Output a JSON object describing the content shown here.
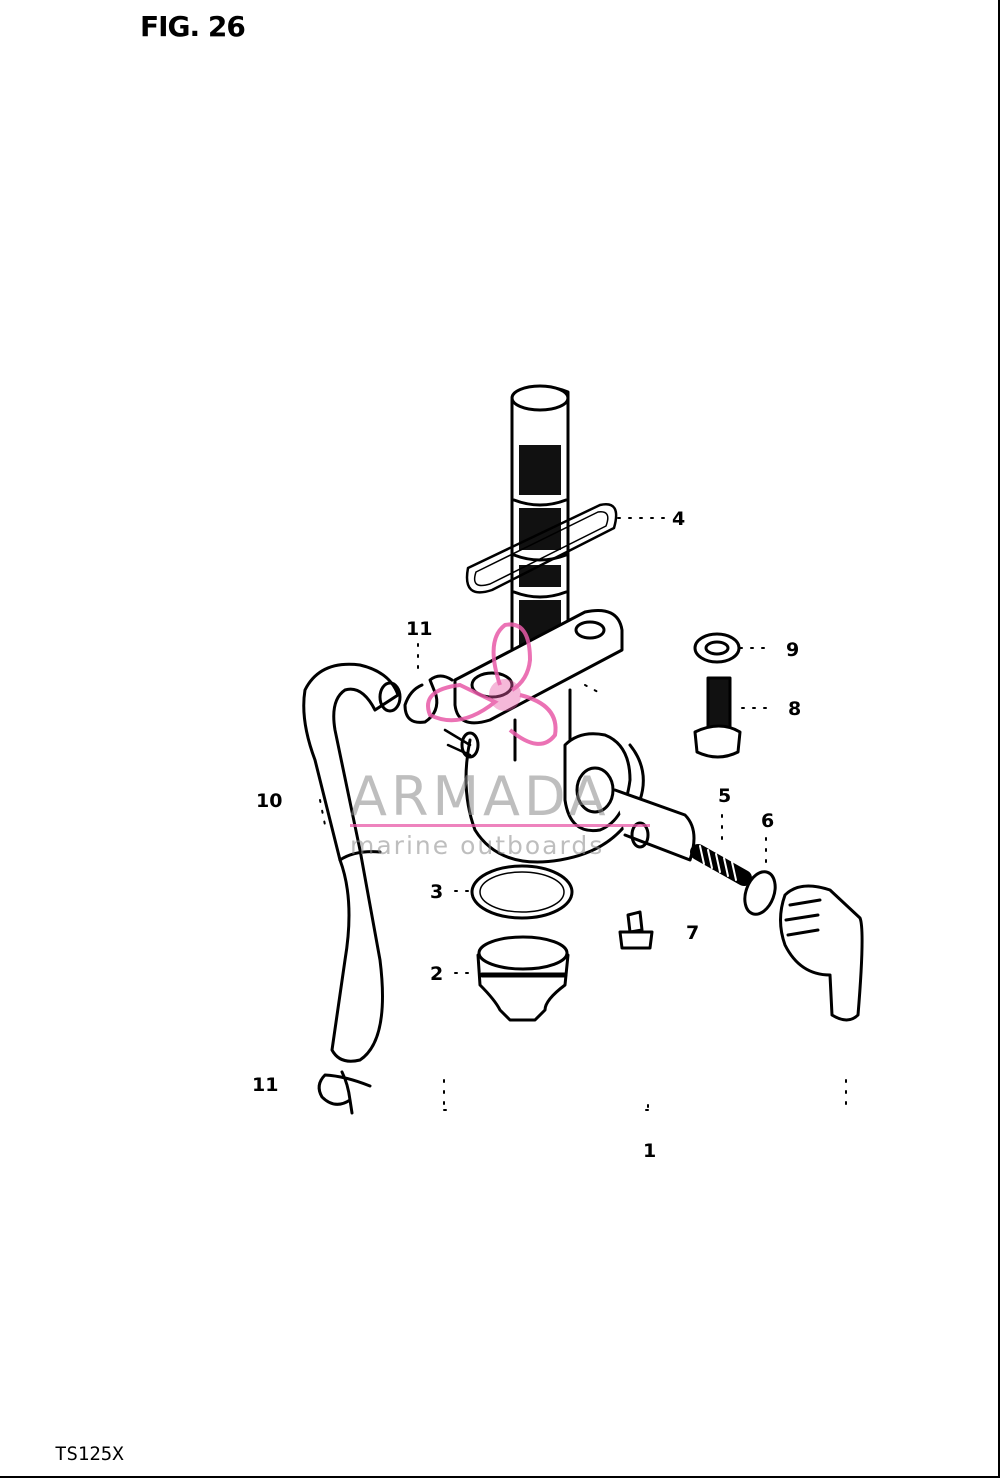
{
  "figure": {
    "title": "FIG. 26",
    "model": "TS125X"
  },
  "watermark": {
    "brand": "ARMADA",
    "tagline": "marine outboards",
    "accent_color": "#e85aa8"
  },
  "callouts": [
    {
      "id": "c4",
      "text": "4"
    },
    {
      "id": "c11a",
      "text": "11"
    },
    {
      "id": "c9",
      "text": "9"
    },
    {
      "id": "c8",
      "text": "8"
    },
    {
      "id": "c10",
      "text": "10"
    },
    {
      "id": "c5",
      "text": "5"
    },
    {
      "id": "c6",
      "text": "6"
    },
    {
      "id": "c3",
      "text": "3"
    },
    {
      "id": "c7",
      "text": "7"
    },
    {
      "id": "c2",
      "text": "2"
    },
    {
      "id": "c11b",
      "text": "11"
    },
    {
      "id": "c1",
      "text": "1"
    }
  ]
}
